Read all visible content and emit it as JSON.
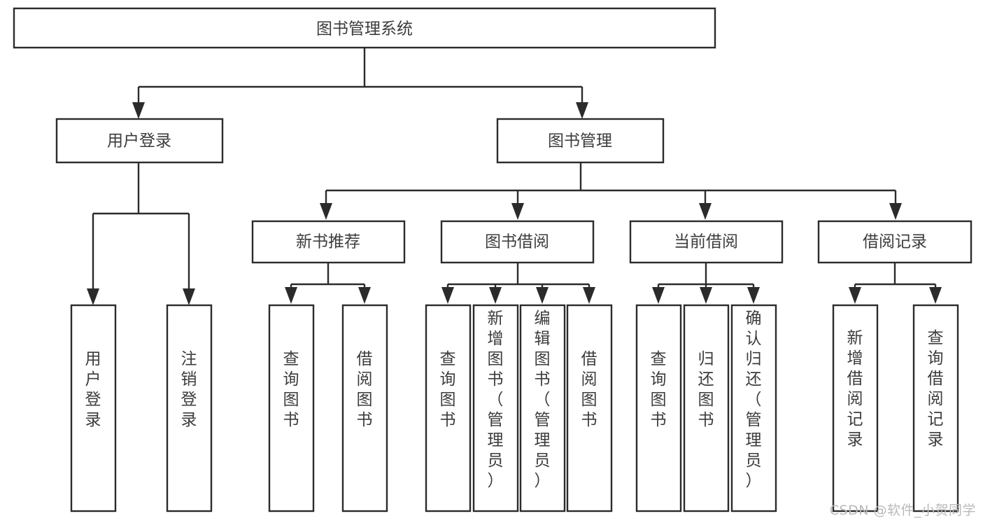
{
  "diagram": {
    "title": "图书管理系统",
    "type": "hierarchy-tree",
    "orientation": "top-down",
    "colors": {
      "box_stroke": "#2b2b2b",
      "box_fill": "#ffffff",
      "text": "#3c3c3c",
      "background": "#ffffff",
      "watermark": "#b9b9b9"
    },
    "levels": {
      "root": {
        "label": "图书管理系统",
        "text_orientation": "horizontal"
      },
      "level2": [
        {
          "label": "用户登录",
          "text_orientation": "horizontal"
        },
        {
          "label": "图书管理",
          "text_orientation": "horizontal"
        }
      ],
      "level3": [
        {
          "label": "新书推荐",
          "text_orientation": "horizontal",
          "parent": "图书管理"
        },
        {
          "label": "图书借阅",
          "text_orientation": "horizontal",
          "parent": "图书管理"
        },
        {
          "label": "当前借阅",
          "text_orientation": "horizontal",
          "parent": "图书管理"
        },
        {
          "label": "借阅记录",
          "text_orientation": "horizontal",
          "parent": "图书管理"
        }
      ],
      "leaves": [
        {
          "label": "用户登录",
          "text_orientation": "vertical",
          "parent": "用户登录"
        },
        {
          "label": "注销登录",
          "text_orientation": "vertical",
          "parent": "用户登录"
        },
        {
          "label": "查询图书",
          "text_orientation": "vertical",
          "parent": "新书推荐"
        },
        {
          "label": "借阅图书",
          "text_orientation": "vertical",
          "parent": "新书推荐"
        },
        {
          "label": "查询图书",
          "text_orientation": "vertical",
          "parent": "图书借阅"
        },
        {
          "label": "新增图书（管理员）",
          "text_orientation": "vertical",
          "parent": "图书借阅"
        },
        {
          "label": "编辑图书（管理员）",
          "text_orientation": "vertical",
          "parent": "图书借阅"
        },
        {
          "label": "借阅图书",
          "text_orientation": "vertical",
          "parent": "图书借阅"
        },
        {
          "label": "查询图书",
          "text_orientation": "vertical",
          "parent": "当前借阅"
        },
        {
          "label": "归还图书",
          "text_orientation": "vertical",
          "parent": "当前借阅"
        },
        {
          "label": "确认归还（管理员）",
          "text_orientation": "vertical",
          "parent": "当前借阅"
        },
        {
          "label": "新增借阅记录",
          "text_orientation": "vertical",
          "parent": "借阅记录"
        },
        {
          "label": "查询借阅记录",
          "text_orientation": "vertical",
          "parent": "借阅记录"
        }
      ]
    }
  },
  "watermark": {
    "text": "CSDN @软件_小贺同学"
  }
}
